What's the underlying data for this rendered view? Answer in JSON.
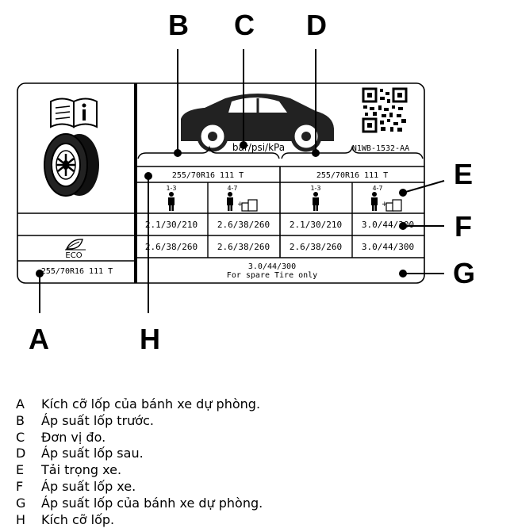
{
  "callouts": {
    "a": "A",
    "b": "B",
    "c": "C",
    "d": "D",
    "e": "E",
    "f": "F",
    "g": "G",
    "h": "H"
  },
  "label": {
    "unit": "bar/psi/kPa",
    "code": "N1WB-1532-AA",
    "left_size": "255/70R16 111 T",
    "front_size": "255/70R16 111 T",
    "rear_size": "255/70R16 111 T",
    "eco_text": "ECO",
    "front_light_count": "1-3",
    "front_full_count": "4-7",
    "rear_light_count": "1-3",
    "rear_full_count": "4-7",
    "front_row1_light": "2.1/30/210",
    "front_row1_full": "2.6/38/260",
    "rear_row1_light": "2.1/30/210",
    "rear_row1_full": "3.0/44/300",
    "front_row2_light": "2.6/38/260",
    "front_row2_full": "2.6/38/260",
    "rear_row2_light": "2.6/38/260",
    "rear_row2_full": "3.0/44/300",
    "spare_pressure": "3.0/44/300",
    "spare_note": "For spare Tire only"
  },
  "legend": [
    {
      "letter": "A",
      "text": "Kích cỡ lốp của bánh xe dự phòng."
    },
    {
      "letter": "B",
      "text": "Áp suất lốp trước."
    },
    {
      "letter": "C",
      "text": "Đơn vị đo."
    },
    {
      "letter": "D",
      "text": "Áp suất lốp sau."
    },
    {
      "letter": "E",
      "text": "Tải trọng xe."
    },
    {
      "letter": "F",
      "text": "Áp suất lốp xe."
    },
    {
      "letter": "G",
      "text": "Áp suất lốp của bánh xe dự phòng."
    },
    {
      "letter": "H",
      "text": "Kích cỡ lốp."
    }
  ]
}
